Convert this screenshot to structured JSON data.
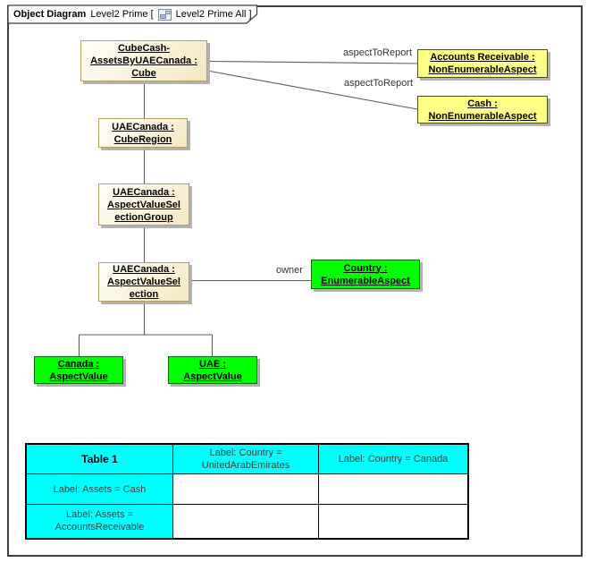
{
  "tab": {
    "type": "Object Diagram",
    "name": "Level2 Prime [",
    "ref": "Level2 Prime All ]"
  },
  "nodes": {
    "cube": {
      "label": "CubeCash-\nAssetsByUAECanada :\nCube"
    },
    "cube_region": {
      "label": "UAECanada :\nCubeRegion"
    },
    "selection_group": {
      "label": "UAECanada :\nAspectValueSel\nectionGroup"
    },
    "selection": {
      "label": "UAECanada :\nAspectValueSel\nection"
    },
    "accounts_receivable": {
      "label": "Accounts Receivable :\nNonEnumerableAspect"
    },
    "cash": {
      "label": "Cash :\nNonEnumerableAspect"
    },
    "country": {
      "label": "Country :\nEnumerableAspect"
    },
    "canada": {
      "label": "Canada :\nAspectValue"
    },
    "uae": {
      "label": "UAE :\nAspectValue"
    }
  },
  "edges": {
    "aspect_to_report_1": "aspectToReport",
    "aspect_to_report_2": "aspectToReport",
    "owner": "owner"
  },
  "colors": {
    "node_green": "#00ff00",
    "node_yellow": "#ffff87",
    "node_cream_gradient_end": "#f5e8c0",
    "table_header": "#00ffff",
    "shadow": "#b2b2b2",
    "connector": "#5c5c5c"
  },
  "table": {
    "rows": [
      [
        "Table 1",
        "Label: Country =\nUnitedArabEmirates",
        "Label: Country = Canada"
      ],
      [
        "Label: Assets = Cash",
        "",
        ""
      ],
      [
        "Label: Assets =\nAccountsReceivable",
        "",
        ""
      ]
    ]
  }
}
